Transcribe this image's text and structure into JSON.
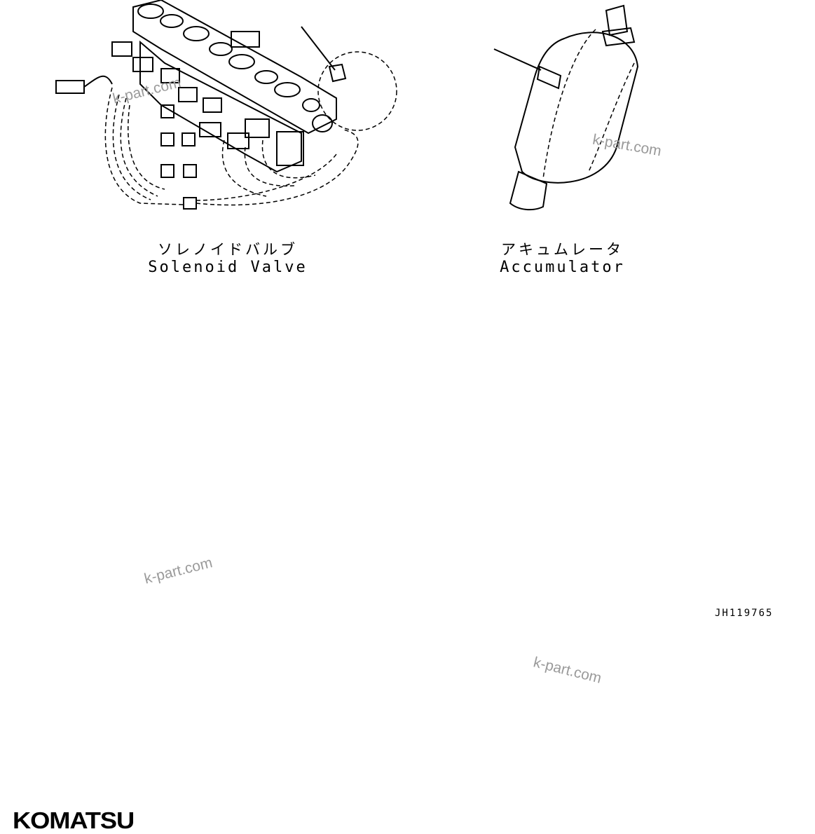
{
  "figures": [
    {
      "caption_jp": "ソレノイドバルブ",
      "caption_en": "Solenoid Valve"
    },
    {
      "caption_jp": "アキュムレータ",
      "caption_en": "Accumulator"
    }
  ],
  "drawing_code": "JH119765",
  "watermarks": [
    "k-part.com",
    "k-part.com",
    "k-part.com",
    "k-part.com"
  ],
  "brand_logo_text": "KOMATSU"
}
